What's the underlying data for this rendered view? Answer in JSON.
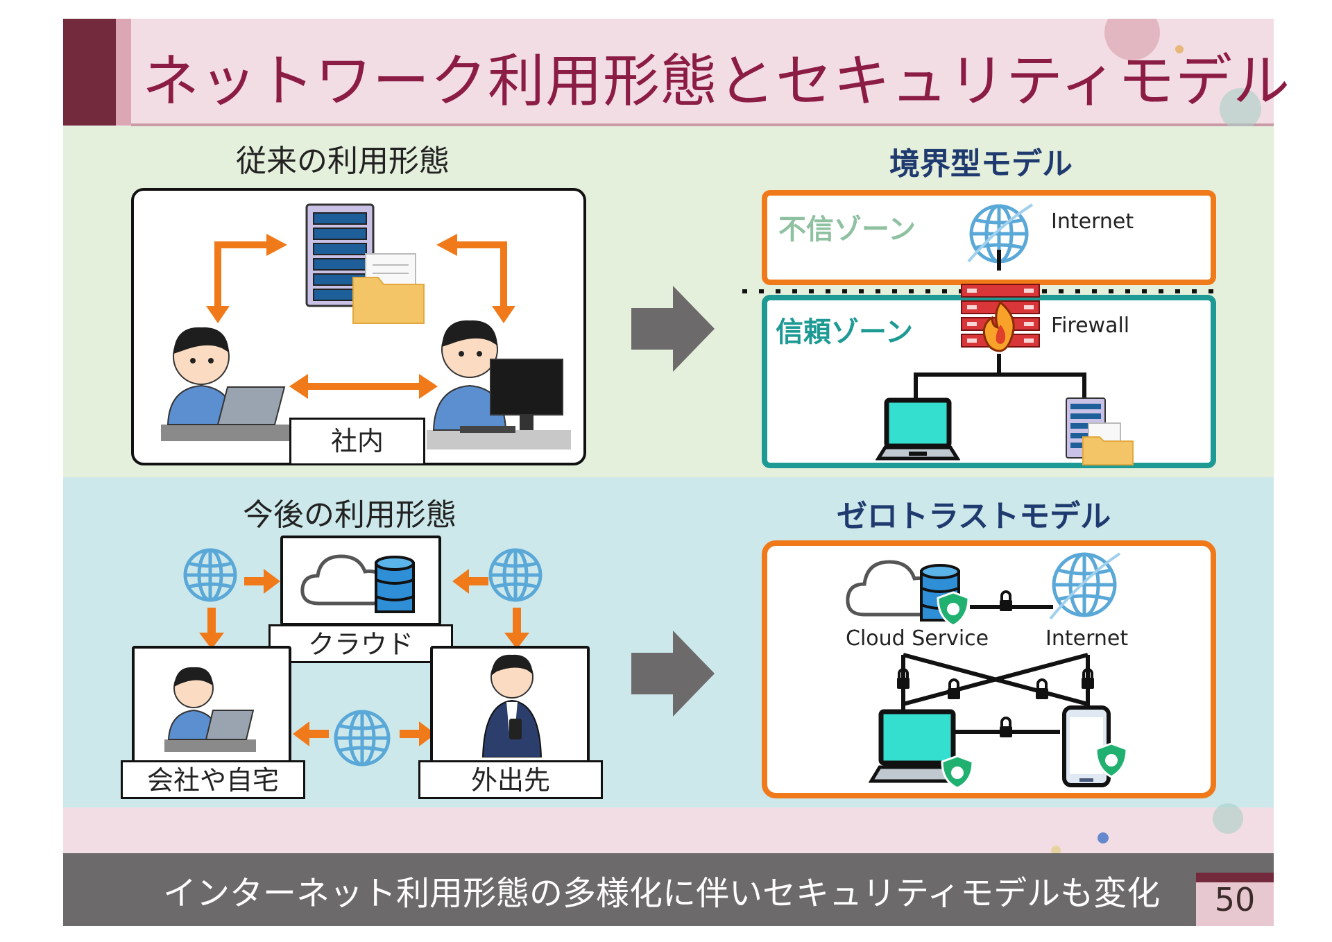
{
  "title": "ネットワーク利用形態とセキュリティモデル",
  "top": {
    "left_heading": "従来の利用形態",
    "right_heading": "境界型モデル",
    "office_label": "社内",
    "untrusted_zone": "不信ゾーン",
    "trusted_zone": "信頼ゾーン",
    "internet_label": "Internet",
    "firewall_label": "Firewall"
  },
  "bottom": {
    "left_heading": "今後の利用形態",
    "right_heading": "ゼロトラストモデル",
    "cloud_label": "クラウド",
    "company_home_label": "会社や自宅",
    "outside_label": "外出先",
    "cloud_service_label": "Cloud Service",
    "internet_label": "Internet"
  },
  "footer": {
    "text": "インターネット利用形態の多様化に伴いセキュリティモデルも変化",
    "page_number": "50"
  },
  "colors": {
    "title_text": "#8b1c44",
    "accent_dark": "#722a3c",
    "orange": "#f07a1a",
    "teal": "#1e9a94",
    "navy": "#1f3a6e"
  }
}
